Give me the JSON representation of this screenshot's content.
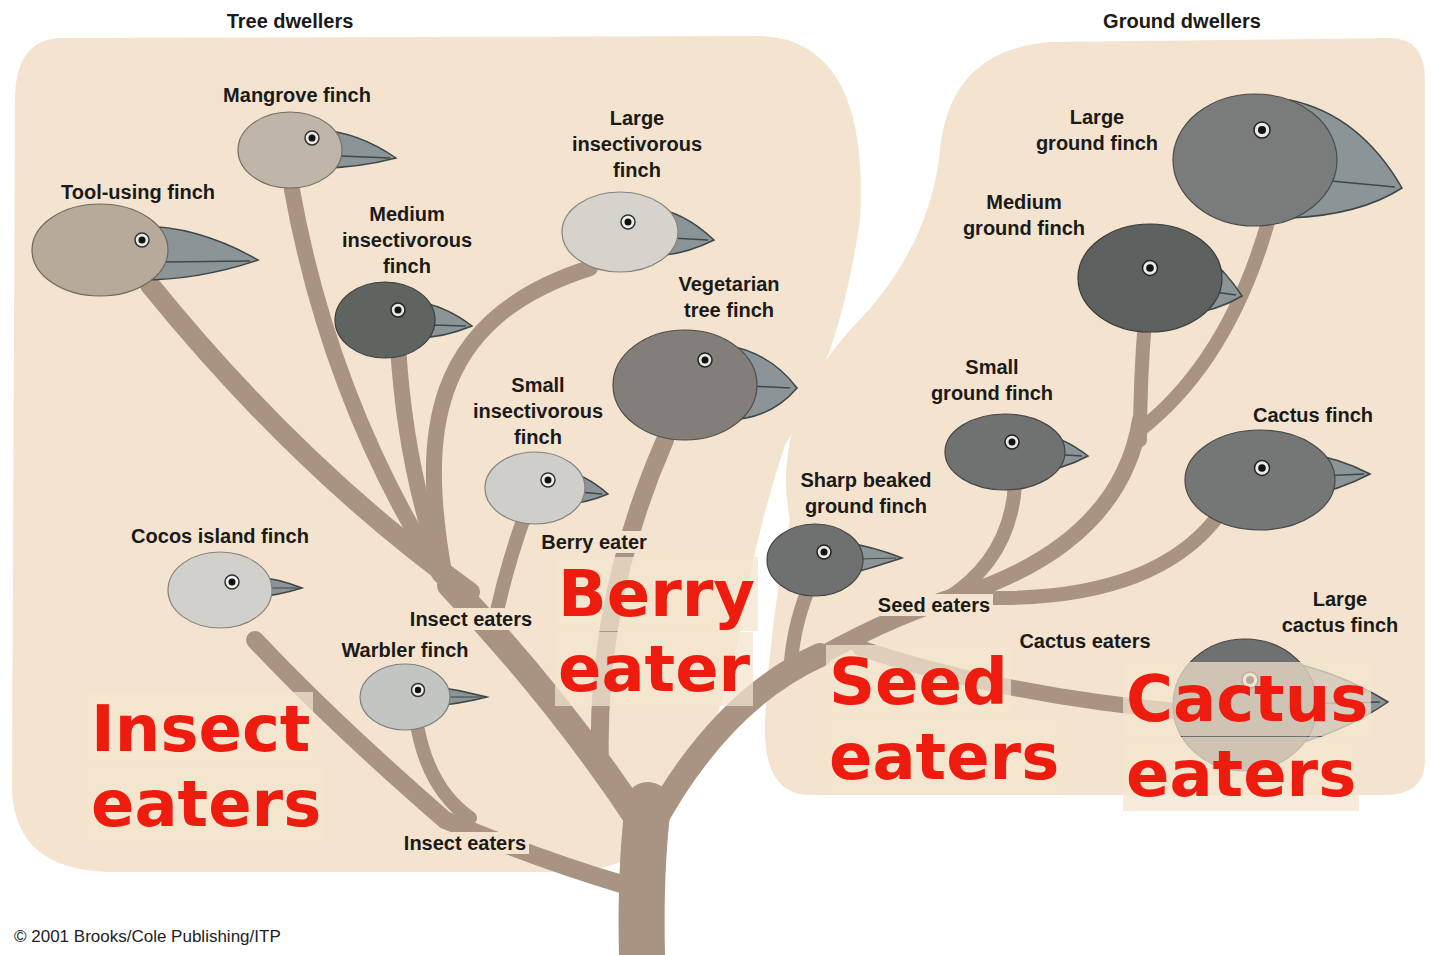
{
  "diagram": {
    "nodes": [
      {
        "text": [
          "Tree dwellers"
        ]
      },
      {
        "text": [
          "Ground dwellers"
        ]
      }
    ],
    "labels": [
      "Mangrove finch",
      "Tool-using finch",
      "Medium insectivorous finch",
      "Large insectivorous finch",
      "Vegetarian tree finch",
      "Small insectivorous finch",
      "Berry eater",
      "Cocos island finch",
      "Insect eaters",
      "Warbler finch",
      "Insect eaters",
      "Large ground finch",
      "Medium ground finch",
      "Small ground finch",
      "Cactus finch",
      "Sharp beaked ground finch",
      "Seed eaters",
      "Cactus eaters",
      "Large cactus finch",
      "Insect eaters",
      "Berry eater",
      "Seed eaters",
      "Cactus eaters",
      "© 2001 Brooks/Cole Publishing/ITP"
    ]
  }
}
